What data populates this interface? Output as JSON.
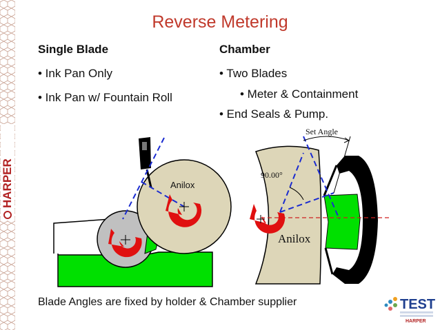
{
  "title": "Reverse Metering",
  "single_blade": {
    "heading": "Single Blade",
    "bullets": [
      "• Ink Pan Only",
      "• Ink Pan w/ Fountain Roll"
    ]
  },
  "chamber": {
    "heading": "Chamber",
    "bullets": [
      "• Two Blades",
      "• Meter & Containment",
      "• End Seals & Pump."
    ]
  },
  "diagram": {
    "left_roll_label": "Anilox",
    "right_roll_label": "Anilox",
    "angle_90": "90.00°",
    "set_angle": "Set Angle"
  },
  "caption": "Blade Angles are fixed by holder & Chamber supplier",
  "logos": {
    "side": "HARPER",
    "corner": "TEST"
  },
  "colors": {
    "title": "#c0392b",
    "ink_green": "#00e000",
    "rotation_arrow": "#e01010",
    "anilox_fill": "#ddd6b8",
    "roll_gray": "#c0c0c0",
    "guide_line": "#1a2bd0",
    "center_line": "#d02020"
  }
}
